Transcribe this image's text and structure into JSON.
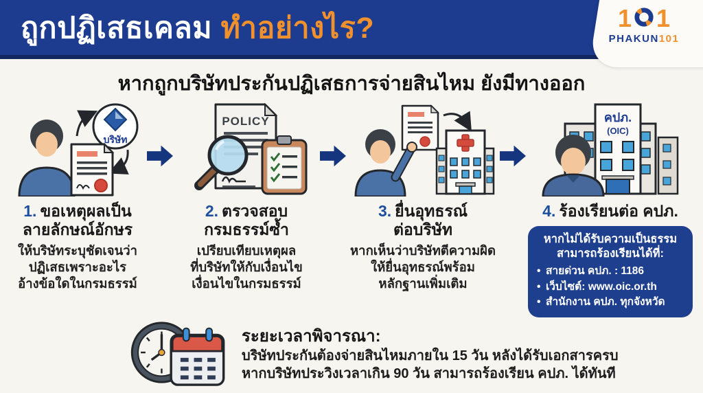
{
  "colors": {
    "header_blue": "#1d3c8f",
    "header_strip": "#12275f",
    "accent_orange": "#f0912d",
    "background": "#f7f5f0",
    "arrow_blue": "#16357f",
    "step_number_blue": "#1d4f9e",
    "complaint_box_blue": "#1e3e8e",
    "hospital_red": "#d64a3e",
    "window_blue": "#49a5d9"
  },
  "header": {
    "title_main": "ถูกปฏิเสธเคลม ",
    "title_accent": "ทำอย่างไร?",
    "logo": {
      "digit_left": "1",
      "digit_right": "1",
      "wordmark_name": "PHAKUN",
      "wordmark_number": "101"
    }
  },
  "main": {
    "subtitle": "หากถูกบริษัทประกันปฏิเสธการจ่ายสินไหม ยังมีทางออก",
    "steps": [
      {
        "number": "1.",
        "title": "ขอเหตุผลเป็น\nลายลักษณ์อักษร",
        "description": "ให้บริษัทระบุชัดเจนว่า\nปฏิเสธเพราะอะไร\nอ้างข้อใดในกรมธรรม์"
      },
      {
        "number": "2.",
        "title": "ตรวจสอบ\nกรมธรรม์ซ้ำ",
        "description": "เปรียบเทียบเหตุผล\nที่บริษัทให้กับเงื่อนไข\nเงื่อนไขในกรมธรรม์"
      },
      {
        "number": "3.",
        "title": "ยื่นอุทธรณ์\nต่อบริษัท",
        "description": "หากเห็นว่าบริษัทตีความผิด\nให้ยื่นอุทธรณ์พร้อม\nหลักฐานเพิ่มเติม"
      },
      {
        "number": "4.",
        "title": "ร้องเรียนต่อ คปภ."
      }
    ],
    "icon_labels": {
      "company_badge": "บริษัท",
      "policy_doc": "POLICY",
      "oic_building_line1": "คปภ.",
      "oic_building_line2": "(OIC)"
    },
    "complaint_box": {
      "heading": "หากไม่ได้รับความเป็นธรรม\nสามารถร้องเรียนได้ที่:",
      "items": [
        "สายด่วน คปภ. : 1186",
        "เว็บไซต์: www.oic.or.th",
        "สำนักงาน คปภ. ทุกจังหวัด"
      ]
    }
  },
  "timeline": {
    "heading": "ระยะเวลาพิจารณา:",
    "line1": "บริษัทประกันต้องจ่ายสินไหมภายใน 15 วัน หลังได้รับเอกสารครบ",
    "line2": "หากบริษัทประวิงเวลาเกิน 90 วัน สามารถร้องเรียน คปภ. ได้ทันที"
  }
}
